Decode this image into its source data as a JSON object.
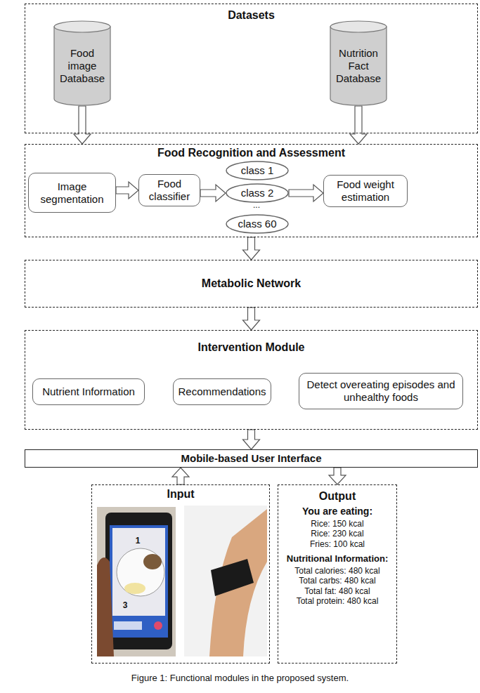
{
  "diagram": {
    "caption": "Figure 1: Functional modules in the proposed system.",
    "nodes": [
      {
        "text": [
          "Datasets"
        ]
      },
      {
        "text": [
          "Food image Database"
        ],
        "in": 0
      },
      {
        "text": [
          "Nutrition Fact Database"
        ],
        "in": 0
      },
      {
        "text": [
          "Food Recognition and Assessment"
        ]
      },
      {
        "text": [
          "Image segmentation"
        ],
        "in": 3
      },
      {
        "text": [
          "Food classifier"
        ],
        "in": 3
      },
      {
        "text": [
          "class 1"
        ],
        "in": 3
      },
      {
        "text": [
          "class 2"
        ],
        "in": 3
      },
      {
        "text": [
          "class 60"
        ],
        "in": 3
      },
      {
        "text": [
          "Food weight estimation"
        ],
        "in": 3
      },
      {
        "text": [
          "Metabolic Network"
        ]
      },
      {
        "text": [
          "Intervention Module"
        ]
      },
      {
        "text": [
          "Nutrient Information"
        ],
        "in": 11
      },
      {
        "text": [
          "Recommendations"
        ],
        "in": 11
      },
      {
        "text": [
          "Detect overeating episodes and unhealthy foods"
        ],
        "in": 11
      },
      {
        "text": [
          "Mobile-based User Interface"
        ]
      },
      {
        "text": [
          "Input"
        ]
      },
      {
        "text": [
          "Output",
          "You are eating:",
          "Rice: 150 kcal",
          "Rice: 230 kcal",
          "Fries: 100 kcal",
          "Nutritional Information:",
          "Total calories: 480 kcal",
          "Total carbs: 480 kcal",
          "Total fat: 480 kcal",
          "Total protein: 480 kcal"
        ]
      }
    ],
    "edges": [
      {
        "from": 1,
        "to": 3,
        "arrow": "to"
      },
      {
        "from": 2,
        "to": 3,
        "arrow": "to"
      },
      {
        "from": 4,
        "to": 5,
        "arrow": "to"
      },
      {
        "from": 5,
        "to": 7,
        "arrow": "to"
      },
      {
        "from": 7,
        "to": 9,
        "arrow": "to"
      },
      {
        "from": 3,
        "to": 10,
        "arrow": "to"
      },
      {
        "from": 10,
        "to": 11,
        "arrow": "to"
      },
      {
        "from": 11,
        "to": 15,
        "arrow": "to"
      },
      {
        "from": 16,
        "to": 15,
        "arrow": "to"
      },
      {
        "from": 15,
        "to": 17,
        "arrow": "to"
      }
    ],
    "labels": [
      "...",
      "1",
      "3"
    ]
  }
}
